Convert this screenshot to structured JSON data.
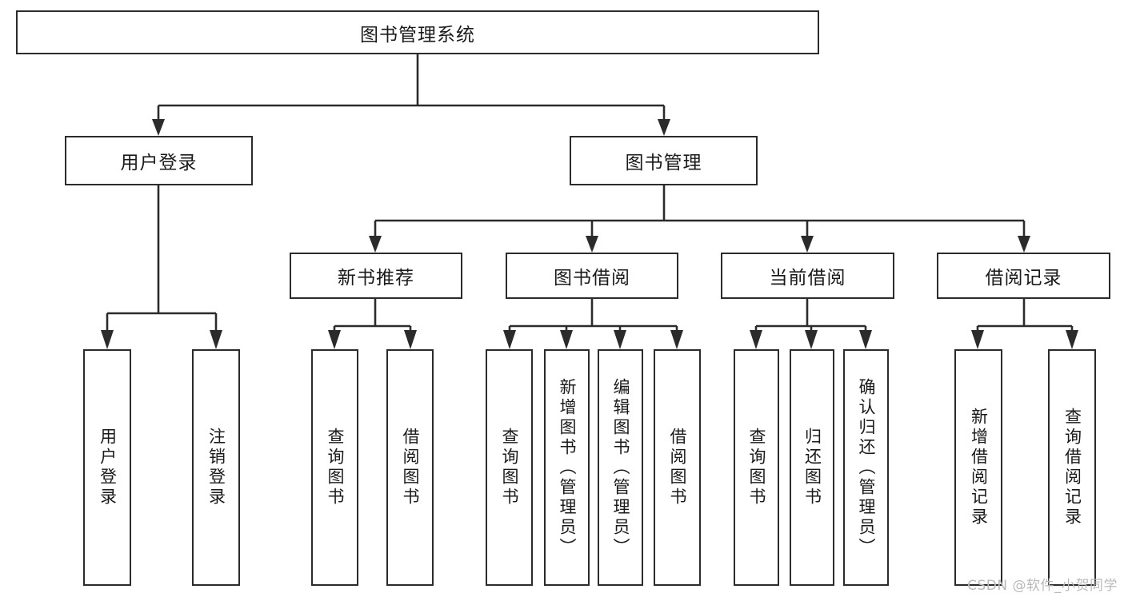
{
  "diagram": {
    "type": "tree-hierarchy",
    "title": "图书管理系统",
    "root": {
      "id": "root",
      "label": "图书管理系统",
      "level": 1
    },
    "level2": [
      {
        "id": "user-login",
        "label": "用户登录"
      },
      {
        "id": "book-management",
        "label": "图书管理"
      }
    ],
    "level3": [
      {
        "id": "new-book-recommend",
        "label": "新书推荐",
        "parent": "book-management"
      },
      {
        "id": "book-borrow",
        "label": "图书借阅",
        "parent": "book-management"
      },
      {
        "id": "current-borrow",
        "label": "当前借阅",
        "parent": "book-management"
      },
      {
        "id": "borrow-record",
        "label": "借阅记录",
        "parent": "book-management"
      }
    ],
    "leaves": [
      {
        "id": "leaf-user-login",
        "label": "用户登录",
        "parent": "user-login"
      },
      {
        "id": "leaf-logout-login",
        "label": "注销登录",
        "parent": "user-login"
      },
      {
        "id": "leaf-query-book-1",
        "label": "查询图书",
        "parent": "new-book-recommend"
      },
      {
        "id": "leaf-borrow-book-1",
        "label": "借阅图书",
        "parent": "new-book-recommend"
      },
      {
        "id": "leaf-query-book-2",
        "label": "查询图书",
        "parent": "book-borrow"
      },
      {
        "id": "leaf-add-book",
        "label": "新增图书（管理员）",
        "parent": "book-borrow"
      },
      {
        "id": "leaf-edit-book",
        "label": "编辑图书（管理员）",
        "parent": "book-borrow"
      },
      {
        "id": "leaf-borrow-book-2",
        "label": "借阅图书",
        "parent": "book-borrow"
      },
      {
        "id": "leaf-query-book-3",
        "label": "查询图书",
        "parent": "current-borrow"
      },
      {
        "id": "leaf-return-book",
        "label": "归还图书",
        "parent": "current-borrow"
      },
      {
        "id": "leaf-confirm-return",
        "label": "确认归还（管理员）",
        "parent": "current-borrow"
      },
      {
        "id": "leaf-add-record",
        "label": "新增借阅记录",
        "parent": "borrow-record"
      },
      {
        "id": "leaf-query-record",
        "label": "查询借阅记录",
        "parent": "borrow-record"
      }
    ],
    "watermark": "CSDN @软件_小贺同学",
    "colors": {
      "stroke": "#2b2b2b",
      "fill": "#ffffff",
      "text": "#1a1a1a",
      "watermark": "#b9b9b9"
    }
  }
}
